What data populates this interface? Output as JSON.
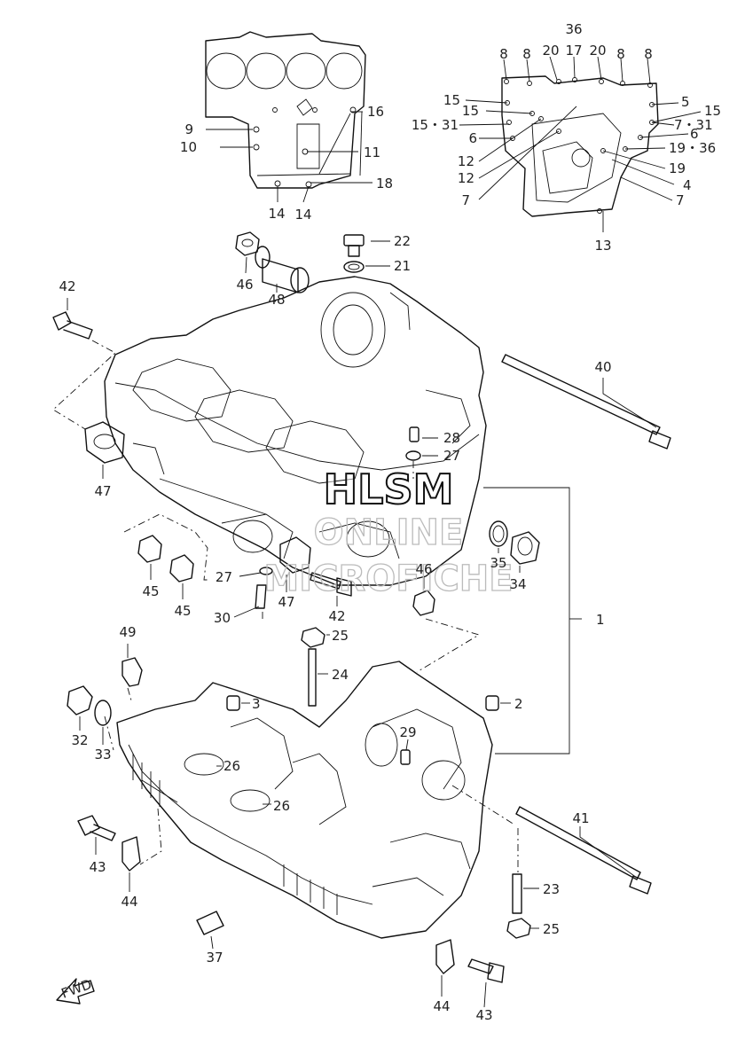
{
  "watermark": {
    "line1": "HLSM",
    "line2": "ONLINE",
    "line3": "MICROFICHE"
  },
  "fwd_label": "FWD",
  "callouts": [
    {
      "key": "c36",
      "text": "36"
    },
    {
      "key": "c8a",
      "text": "8"
    },
    {
      "key": "c8b",
      "text": "8"
    },
    {
      "key": "c20a",
      "text": "20"
    },
    {
      "key": "c17",
      "text": "17"
    },
    {
      "key": "c20b",
      "text": "20"
    },
    {
      "key": "c8c",
      "text": "8"
    },
    {
      "key": "c8d",
      "text": "8"
    },
    {
      "key": "c15a",
      "text": "15"
    },
    {
      "key": "c15b",
      "text": "15"
    },
    {
      "key": "c15_31",
      "text": "15・31"
    },
    {
      "key": "c6a",
      "text": "6"
    },
    {
      "key": "c12a",
      "text": "12"
    },
    {
      "key": "c12b",
      "text": "12"
    },
    {
      "key": "c7a",
      "text": "7"
    },
    {
      "key": "c5",
      "text": "5"
    },
    {
      "key": "c15c",
      "text": "15"
    },
    {
      "key": "c7_31",
      "text": "7・31"
    },
    {
      "key": "c6b",
      "text": "6"
    },
    {
      "key": "c19_36",
      "text": "19・36"
    },
    {
      "key": "c19",
      "text": "19"
    },
    {
      "key": "c4",
      "text": "4"
    },
    {
      "key": "c7b",
      "text": "7"
    },
    {
      "key": "c13",
      "text": "13"
    },
    {
      "key": "c16",
      "text": "16"
    },
    {
      "key": "c9",
      "text": "9"
    },
    {
      "key": "c10",
      "text": "10"
    },
    {
      "key": "c11",
      "text": "11"
    },
    {
      "key": "c18",
      "text": "18"
    },
    {
      "key": "c14a",
      "text": "14"
    },
    {
      "key": "c14b",
      "text": "14"
    },
    {
      "key": "c22",
      "text": "22"
    },
    {
      "key": "c21",
      "text": "21"
    },
    {
      "key": "c46a",
      "text": "46"
    },
    {
      "key": "c48",
      "text": "48"
    },
    {
      "key": "c42a",
      "text": "42"
    },
    {
      "key": "c40",
      "text": "40"
    },
    {
      "key": "c28",
      "text": "28"
    },
    {
      "key": "c27a",
      "text": "27"
    },
    {
      "key": "c47a",
      "text": "47"
    },
    {
      "key": "c35",
      "text": "35"
    },
    {
      "key": "c34",
      "text": "34"
    },
    {
      "key": "c46b",
      "text": "46"
    },
    {
      "key": "c45a",
      "text": "45"
    },
    {
      "key": "c45b",
      "text": "45"
    },
    {
      "key": "c27b",
      "text": "27"
    },
    {
      "key": "c47b",
      "text": "47"
    },
    {
      "key": "c42b",
      "text": "42"
    },
    {
      "key": "c30",
      "text": "30"
    },
    {
      "key": "c1",
      "text": "1"
    },
    {
      "key": "c49",
      "text": "49"
    },
    {
      "key": "c25a",
      "text": "25"
    },
    {
      "key": "c24",
      "text": "24"
    },
    {
      "key": "c3",
      "text": "3"
    },
    {
      "key": "c2",
      "text": "2"
    },
    {
      "key": "c32",
      "text": "32"
    },
    {
      "key": "c33",
      "text": "33"
    },
    {
      "key": "c29",
      "text": "29"
    },
    {
      "key": "c26a",
      "text": "26"
    },
    {
      "key": "c26b",
      "text": "26"
    },
    {
      "key": "c41",
      "text": "41"
    },
    {
      "key": "c43a",
      "text": "43"
    },
    {
      "key": "c44a",
      "text": "44"
    },
    {
      "key": "c23",
      "text": "23"
    },
    {
      "key": "c25b",
      "text": "25"
    },
    {
      "key": "c37",
      "text": "37"
    },
    {
      "key": "c44b",
      "text": "44"
    },
    {
      "key": "c43b",
      "text": "43"
    }
  ]
}
